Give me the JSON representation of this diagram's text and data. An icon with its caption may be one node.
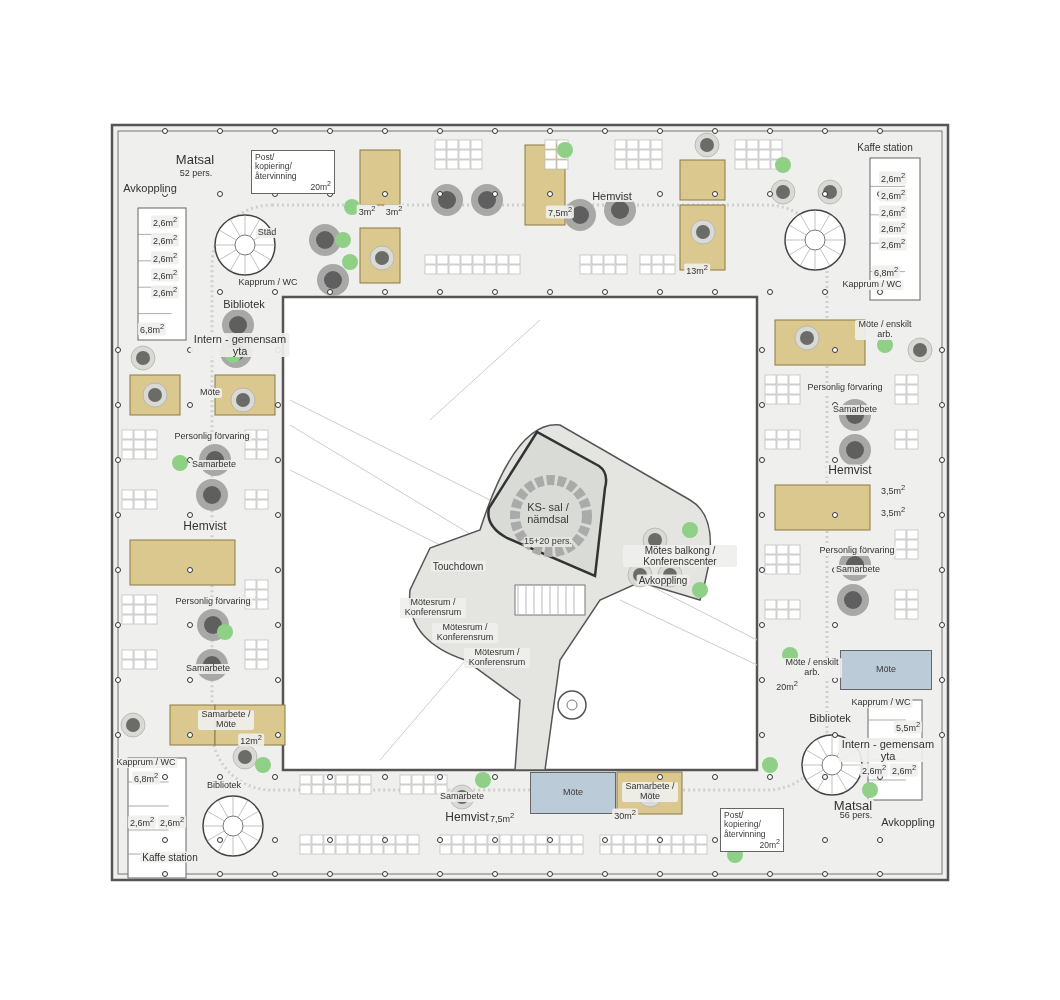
{
  "diagram": {
    "nodes": [
      {
        "text": [
          "Post/ kopiering/ återvinning",
          "20m$^{2}$"
        ]
      },
      {
        "text": [
          "KS- sal / nämdsal",
          "15+20 pers."
        ]
      },
      {
        "text": [
          "Möte"
        ]
      },
      {
        "text": [
          "Möte"
        ]
      },
      {
        "text": [
          "Post/ kopiering/ återvinning",
          "20m$^{2}$"
        ]
      }
    ],
    "labels": [
      "Matsal",
      "52 pers.",
      "Avkoppling",
      "3m$^{2}$",
      "3m$^{2}$",
      "Hemvist",
      "7,5m$^{2}$",
      "Kaffe station",
      "2,6m$^{2}$",
      "2,6m$^{2}$",
      "2,6m$^{2}$",
      "2,6m$^{2}$",
      "2,6m$^{2}$",
      "Städ",
      "13m$^{2}$",
      "2,6m$^{2}$",
      "2,6m$^{2}$",
      "2,6m$^{2}$",
      "2,6m$^{2}$",
      "2,6m$^{2}$",
      "6,8m$^{2}$",
      "Kapprum / WC",
      "Kapprum / WC",
      "6,8m$^{2}$",
      "Bibliotek",
      "Möte / enskilt arb.",
      "Intern - gemensam yta",
      "Möte",
      "Personlig förvaring",
      "Samarbete",
      "Personlig förvaring",
      "Samarbete",
      "Hemvist",
      "3,5m$^{2}$",
      "3,5m$^{2}$",
      "Hemvist",
      "Personlig förvaring",
      "Touchdown",
      "Mötes balkong / Konferenscenter",
      "Samarbete",
      "Avkoppling",
      "Personlig förvaring",
      "Mötesrum / Konferensrum",
      "Mötesrum / Konferensrum",
      "Mötesrum / Konferensrum",
      "Samarbete",
      "Möte / enskilt arb.",
      "20m$^{2}$",
      "Samarbete / Möte",
      "12m$^{2}$",
      "Kapprum / WC",
      "Bibliotek",
      "5,5m$^{2}$",
      "Intern - gemensam yta",
      "Kapprum / WC",
      "2,6m$^{2}$",
      "2,6m$^{2}$",
      "6,8m$^{2}$",
      "Bibliotek",
      "Samarbete",
      "Samarbete / Möte",
      "Matsal",
      "56 pers.",
      "7,5m$^{2}$",
      "30m$^{2}$",
      "Hemvist",
      "Avkoppling",
      "2,6m$^{2}$",
      "2,6m$^{2}$",
      "Kaffe station"
    ]
  }
}
